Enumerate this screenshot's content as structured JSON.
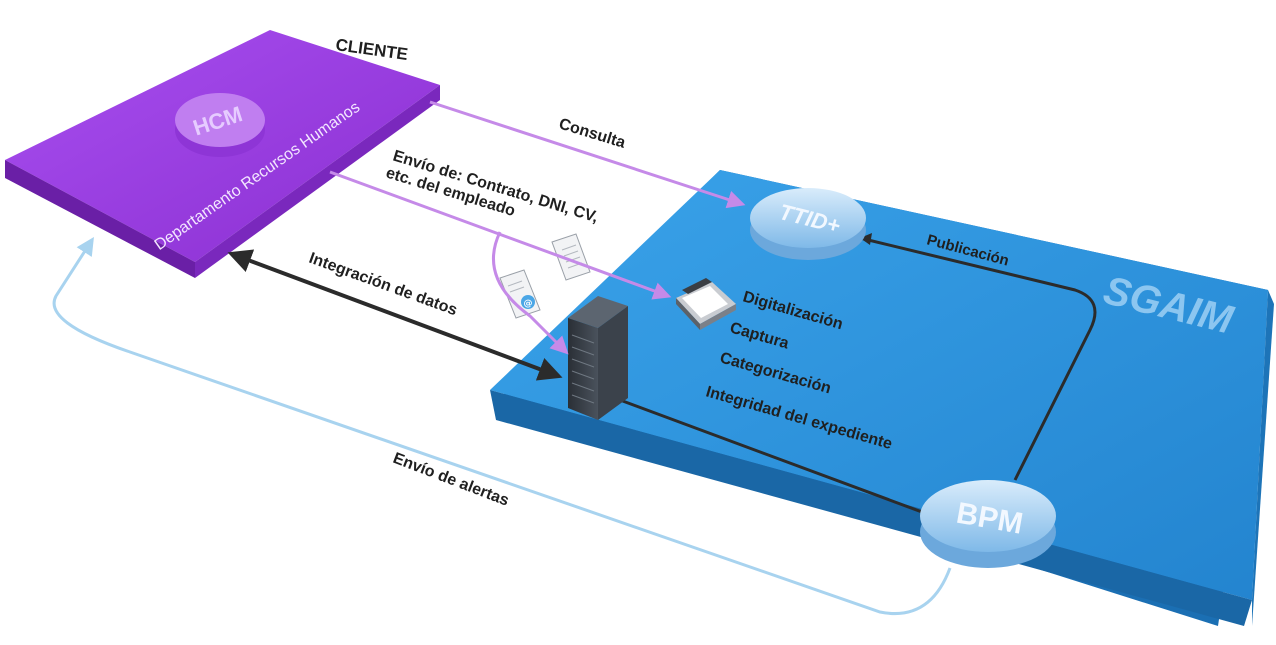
{
  "client": {
    "title": "CLIENTE",
    "department": "Departamento Recursos Humanos",
    "disc": "HCM"
  },
  "platform": {
    "name": "SGAIM",
    "disc_top": "TTID+",
    "disc_bottom": "BPM"
  },
  "flows": {
    "consulta": "Consulta",
    "envio_line1": "Envío de: Contrato, DNI, CV,",
    "envio_line2": "etc. del empleado",
    "integracion": "Integración de datos",
    "publicacion": "Publicación",
    "alertas": "Envío de alertas"
  },
  "steps": [
    "Digitalización",
    "Captura",
    "Categorización",
    "Integridad del expediente"
  ],
  "colors": {
    "client_top": "#9b3fe0",
    "platform_top": "#2e95dd",
    "arrow_purple": "#c58ae8",
    "arrow_dark": "#2b2b2b",
    "arrow_light_blue": "#a8d3ef"
  }
}
